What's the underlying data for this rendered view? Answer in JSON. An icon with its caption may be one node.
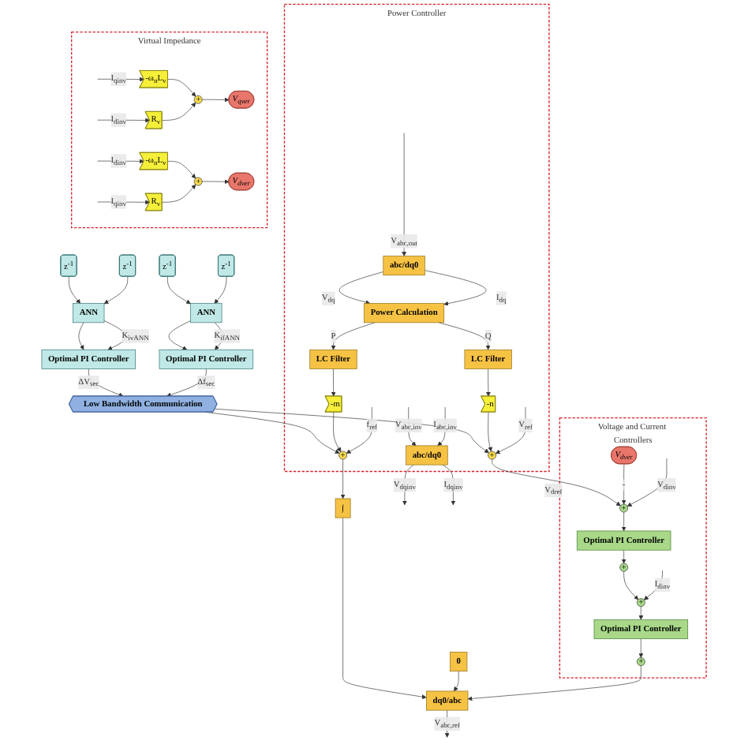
{
  "diagram": {
    "nodes": [
      {
        "text": [
          "ANN"
        ]
      },
      {
        "text": [
          "Optimal PI Controller"
        ]
      },
      {
        "text": [
          "z$^{-1}$"
        ]
      },
      {
        "text": [
          "z$^{-1}$"
        ]
      },
      {
        "text": [
          "ANN"
        ]
      },
      {
        "text": [
          "Optimal PI Controller"
        ]
      },
      {
        "text": [
          "z$^{-1}$"
        ]
      },
      {
        "text": [
          "z$^{-1}$"
        ]
      },
      {
        "text": [
          "Low Bandwidth Communication"
        ]
      },
      {
        "text": [
          "Power Controller"
        ]
      },
      {
        "text": [
          "abc/dq0"
        ],
        "in": 9
      },
      {
        "text": [
          "Power Calculation"
        ],
        "in": 9
      },
      {
        "text": [
          "LC Filter"
        ],
        "in": 9
      },
      {
        "text": [
          "LC Filter"
        ],
        "in": 9
      },
      {
        "text": [
          "-m"
        ],
        "in": 9
      },
      {
        "text": [
          "-n"
        ],
        "in": 9
      },
      {
        "text": [
          "+"
        ],
        "in": 9
      },
      {
        "text": [
          "+"
        ],
        "in": 9
      },
      {
        "text": [
          "abc/dq0"
        ],
        "in": 9
      },
      {
        "text": [
          "∫"
        ]
      },
      {
        "text": [
          "dq0/abc"
        ]
      },
      {
        "text": [
          "0"
        ]
      },
      {
        "text": [
          "Virtual Impedance"
        ]
      },
      {
        "text": [
          "-ω$_{n}$L$_{v}$"
        ],
        "in": 22
      },
      {
        "text": [
          "+"
        ],
        "in": 22
      },
      {
        "text": [
          "R$_{v}$"
        ],
        "in": 22
      },
      {
        "text": [
          "V$_{qver}$"
        ],
        "in": 22
      },
      {
        "text": [
          "-ω$_{n}$L$_{v}$"
        ],
        "in": 22
      },
      {
        "text": [
          "+"
        ],
        "in": 22
      },
      {
        "text": [
          "R$_{v}$"
        ],
        "in": 22
      },
      {
        "text": [
          "V$_{dver}$"
        ],
        "in": 22
      },
      {
        "text": [
          "Voltage and Current Controllers"
        ]
      },
      {
        "text": [
          "V$_{dver}$"
        ],
        "in": 31
      },
      {
        "text": [
          "+"
        ],
        "in": 31
      },
      {
        "text": [
          "Optimal PI Controller"
        ],
        "in": 31
      },
      {
        "text": [
          "+"
        ],
        "in": 31
      },
      {
        "text": [
          "+"
        ],
        "in": 31
      },
      {
        "text": [
          "Optimal PI Controller"
        ],
        "in": 31
      },
      {
        "text": [
          "+"
        ],
        "in": 31
      }
    ],
    "edges": [
      {
        "from": 0,
        "to": 1,
        "arrow": "to"
      },
      {
        "from": 0,
        "to": 1,
        "label": "K$_{ivANN}$",
        "arrow": "to"
      },
      {
        "from": 2,
        "to": 0,
        "arrow": "to"
      },
      {
        "from": 3,
        "to": 0,
        "arrow": "to"
      },
      {
        "from": 4,
        "to": 5,
        "arrow": "to"
      },
      {
        "from": 4,
        "to": 5,
        "label": "K$_{ifANN}$",
        "arrow": "to"
      },
      {
        "from": 6,
        "to": 4,
        "arrow": "to"
      },
      {
        "from": 7,
        "to": 4,
        "arrow": "to"
      },
      {
        "from": 1,
        "to": 8,
        "label": "ΔV$_{sec}$",
        "arrow": "to"
      },
      {
        "from": 5,
        "to": 8,
        "label": "Δf$_{sec}$",
        "arrow": "to"
      },
      {
        "from": 8,
        "to": 16,
        "arrow": "to"
      },
      {
        "from": 8,
        "to": 17,
        "arrow": "to"
      },
      {
        "from": null,
        "to": 10,
        "label": "V$_{abc,out}$",
        "arrow": "to"
      },
      {
        "from": 10,
        "to": 11,
        "label": "V$_{dq}$",
        "arrow": "to"
      },
      {
        "from": 10,
        "to": 11,
        "label": "I$_{dq}$",
        "arrow": "to"
      },
      {
        "from": 11,
        "to": 12,
        "label": "P",
        "arrow": "to"
      },
      {
        "from": 11,
        "to": 13,
        "label": "Q",
        "arrow": "to"
      },
      {
        "from": 12,
        "to": 14,
        "arrow": "to"
      },
      {
        "from": 13,
        "to": 15,
        "arrow": "to"
      },
      {
        "from": 14,
        "to": 16,
        "arrow": "to"
      },
      {
        "from": 15,
        "to": 17,
        "arrow": "to"
      },
      {
        "from": null,
        "to": 16,
        "label": "f$_{ref}$",
        "arrow": "to"
      },
      {
        "from": null,
        "to": 17,
        "label": "V$_{ref}$",
        "arrow": "to"
      },
      {
        "from": 16,
        "to": 19,
        "arrow": "to"
      },
      {
        "from": 19,
        "to": 20,
        "arrow": "to"
      },
      {
        "from": 21,
        "to": 20,
        "arrow": "to"
      },
      {
        "from": 20,
        "to": null,
        "label": "V$_{abc,ref}$",
        "arrow": "to"
      },
      {
        "from": null,
        "to": 18,
        "label": "V$_{abc,inv}$",
        "arrow": "to"
      },
      {
        "from": null,
        "to": 18,
        "label": "I$_{abc,inv}$",
        "arrow": "to"
      },
      {
        "from": 18,
        "to": null,
        "label": "V$_{dqinv}$",
        "arrow": "to"
      },
      {
        "from": 18,
        "to": null,
        "label": "I$_{dqinv}$",
        "arrow": "to"
      },
      {
        "from": null,
        "to": 23,
        "label": "I$_{qinv}$",
        "arrow": "to"
      },
      {
        "from": 23,
        "to": 24,
        "arrow": "to"
      },
      {
        "from": 25,
        "to": 24,
        "arrow": "to"
      },
      {
        "from": null,
        "to": 25,
        "label": "I$_{dinv}$",
        "arrow": "to"
      },
      {
        "from": 24,
        "to": 26,
        "arrow": "to"
      },
      {
        "from": null,
        "to": 27,
        "label": "I$_{dinv}$",
        "arrow": "to"
      },
      {
        "from": 27,
        "to": 28,
        "arrow": "to"
      },
      {
        "from": 29,
        "to": 28,
        "arrow": "to"
      },
      {
        "from": null,
        "to": 29,
        "label": "I$_{qinv}$",
        "arrow": "to"
      },
      {
        "from": 28,
        "to": 30,
        "arrow": "to"
      },
      {
        "from": 17,
        "to": 33,
        "label": "V$_{dref}$",
        "arrow": "to"
      },
      {
        "from": 32,
        "to": 33,
        "label": "-",
        "arrow": "to"
      },
      {
        "from": null,
        "to": 33,
        "label": "V$_{dinv}$",
        "arrow": "to"
      },
      {
        "from": 33,
        "to": 34,
        "arrow": "to"
      },
      {
        "from": 34,
        "to": 35,
        "arrow": "to"
      },
      {
        "from": 35,
        "to": 36,
        "arrow": "to"
      },
      {
        "from": null,
        "to": 36,
        "label": "I$_{dinv}$",
        "arrow": "to"
      },
      {
        "from": 36,
        "to": 37,
        "arrow": "to"
      },
      {
        "from": 37,
        "to": 38,
        "arrow": "to"
      },
      {
        "from": 38,
        "to": 20,
        "arrow": "to"
      }
    ]
  }
}
